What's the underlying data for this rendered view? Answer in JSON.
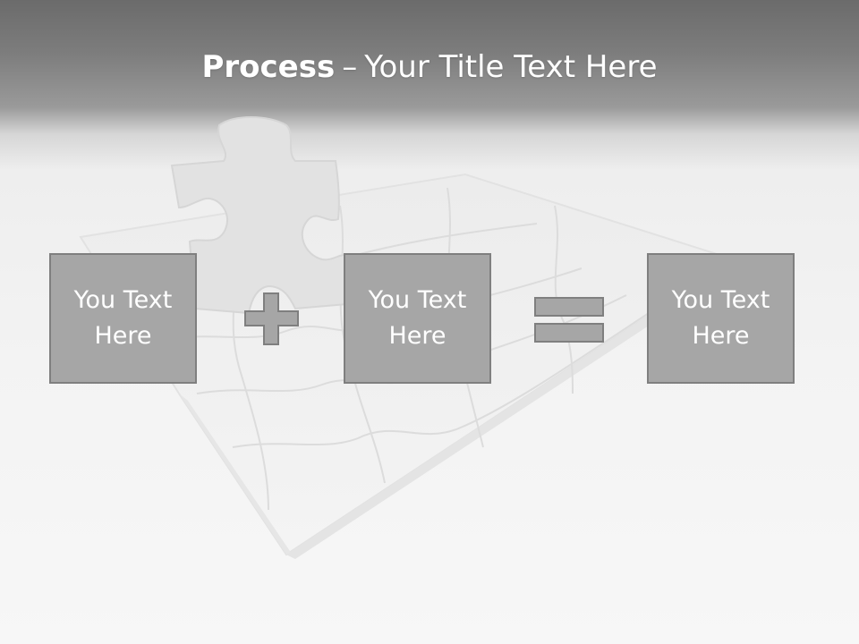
{
  "title": {
    "bold": "Process",
    "dash": "–",
    "rest": "Your Title Text Here"
  },
  "boxes": [
    {
      "text": "You Text Here"
    },
    {
      "text": "You Text Here"
    },
    {
      "text": "You Text Here"
    }
  ],
  "operators": [
    "plus",
    "equals"
  ],
  "colors": {
    "box_fill": "#a6a6a6",
    "box_border": "#7f7f7f",
    "header_gray": "#6b6b6b",
    "text": "#ffffff"
  }
}
